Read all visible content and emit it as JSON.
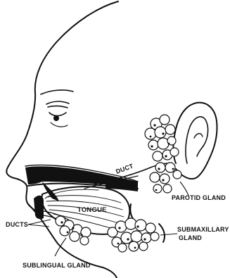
{
  "diagram": {
    "labels": {
      "duct": "DUCT",
      "parotid_gland": "PAROTID GLAND",
      "tongue": "TONGUE",
      "ducts": "DUCTS",
      "submaxillary_gland_line1": "SUBMAXILLARY",
      "submaxillary_gland_line2": "GLAND",
      "sublingual_gland": "SUBLINGUAL GLAND"
    },
    "colors": {
      "ink": "#111111",
      "paper": "#ffffff"
    }
  }
}
